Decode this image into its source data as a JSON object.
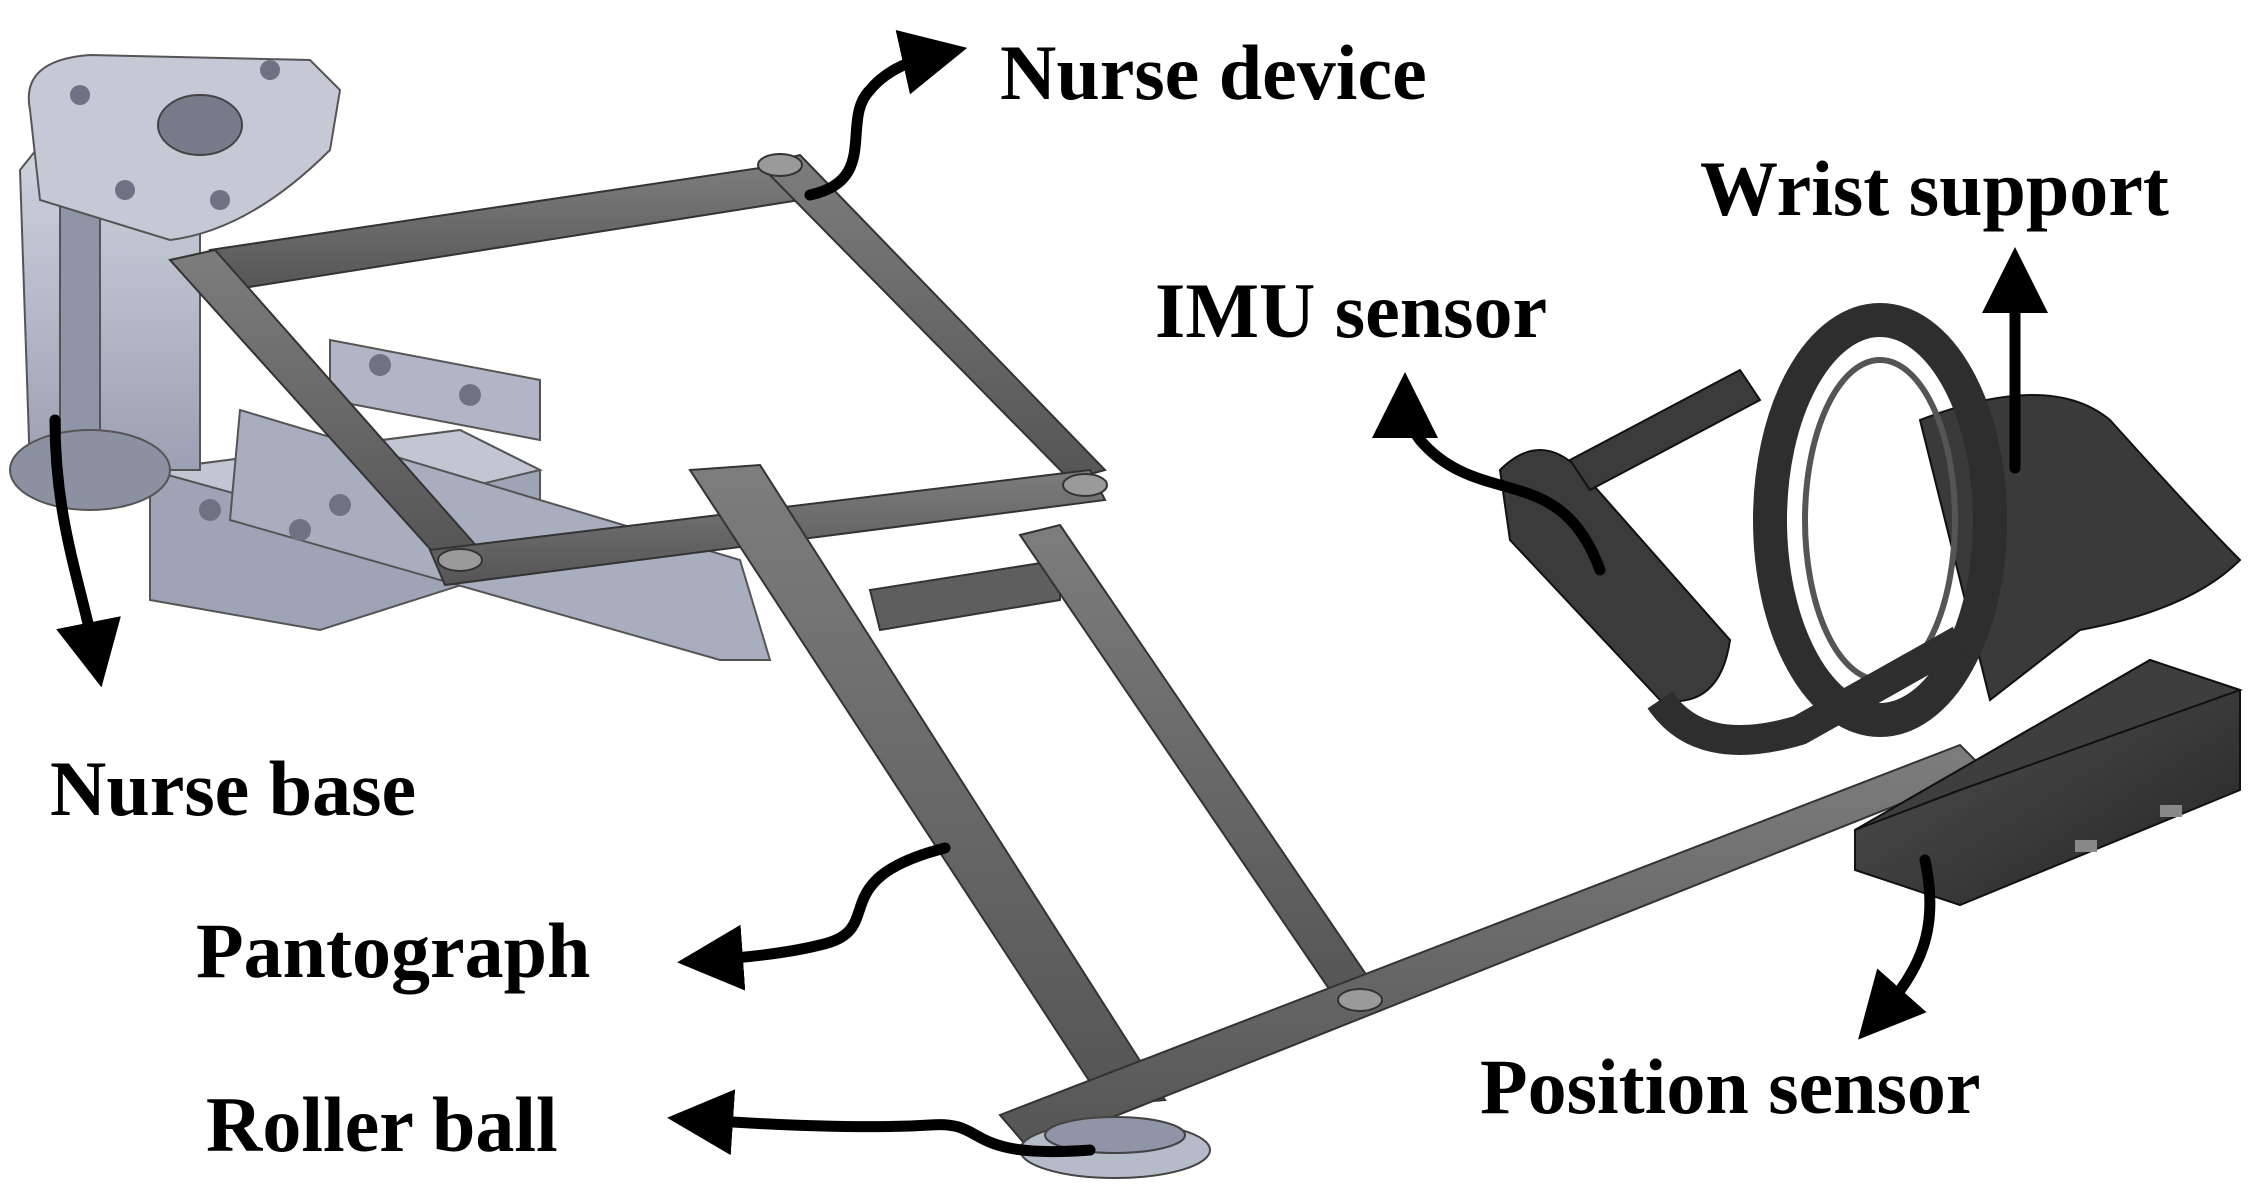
{
  "figure": {
    "labels": {
      "nurse_device": "Nurse device",
      "wrist_support": "Wrist support",
      "imu_sensor": "IMU sensor",
      "nurse_base": "Nurse base",
      "pantograph": "Pantograph",
      "roller_ball": "Roller ball",
      "position_sensor": "Position sensor"
    },
    "colors": {
      "base_metal": "#b7bccb",
      "base_metal_dark": "#8c91a2",
      "link_gray": "#6f6f6f",
      "link_dark": "#4a4a4a",
      "sensor_black": "#2e2e2e",
      "arrow": "#000000"
    }
  }
}
